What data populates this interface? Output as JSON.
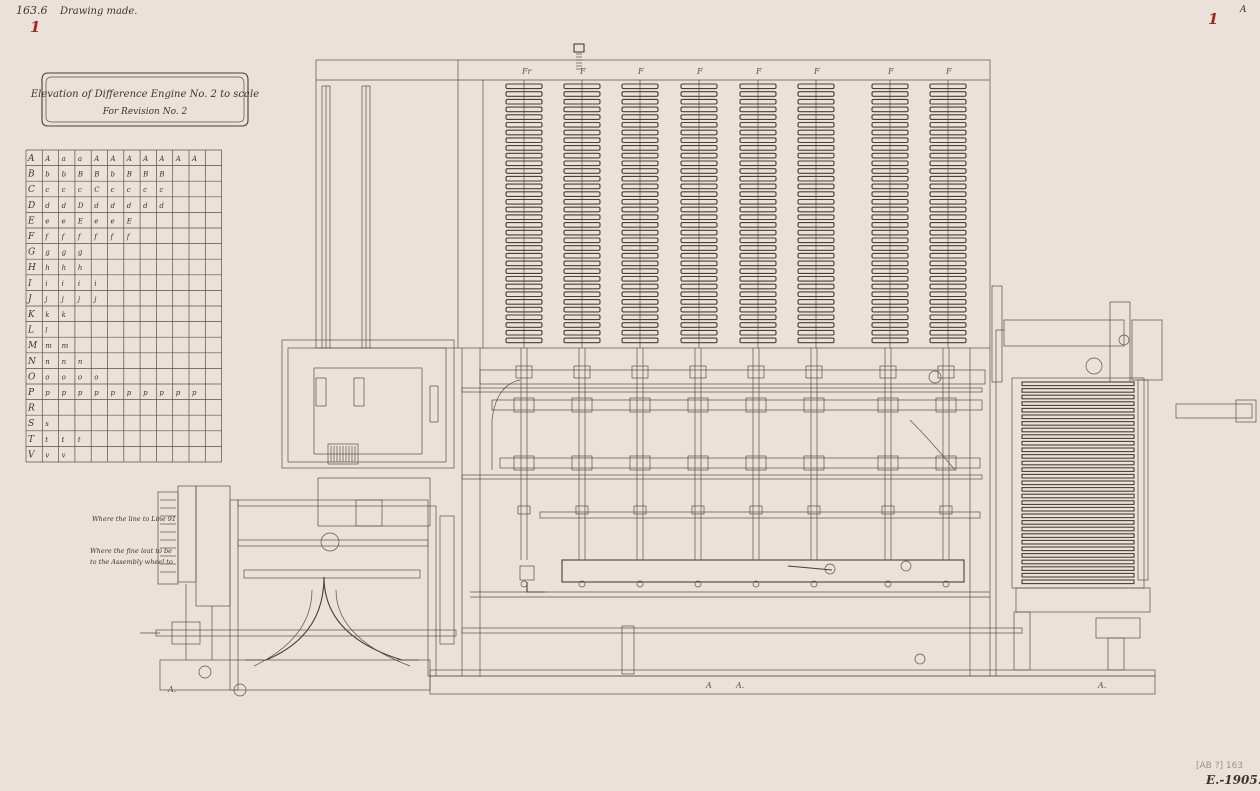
{
  "corner": {
    "catalogue_note": "163.6",
    "drawing_note": "Drawing made.",
    "left_number": "1",
    "right_number": "1",
    "right_small": "A"
  },
  "title": {
    "line1": "Elevation of Difference Engine No. 2 to scale",
    "line2": "For Revision No. 2"
  },
  "notation_table": {
    "rows": [
      {
        "letter": "A",
        "entries": [
          "A",
          "a",
          "a",
          "A",
          "A",
          "A",
          "A",
          "A",
          "A",
          "A"
        ]
      },
      {
        "letter": "B",
        "entries": [
          "b",
          "b",
          "B",
          "B",
          "b",
          "B",
          "B",
          "B"
        ]
      },
      {
        "letter": "C",
        "entries": [
          "c",
          "c",
          "c",
          "C",
          "c",
          "c",
          "c",
          "c"
        ]
      },
      {
        "letter": "D",
        "entries": [
          "d",
          "d",
          "D",
          "d",
          "d",
          "d",
          "d",
          "d"
        ]
      },
      {
        "letter": "E",
        "entries": [
          "e",
          "e",
          "E",
          "e",
          "e",
          "E"
        ]
      },
      {
        "letter": "F",
        "entries": [
          "f",
          "f",
          "f",
          "f",
          "f",
          "f"
        ]
      },
      {
        "letter": "G",
        "entries": [
          "g",
          "g",
          "g"
        ]
      },
      {
        "letter": "H",
        "entries": [
          "h",
          "h",
          "h"
        ]
      },
      {
        "letter": "I",
        "entries": [
          "i",
          "i",
          "i",
          "i"
        ]
      },
      {
        "letter": "J",
        "entries": [
          "j",
          "j",
          "j",
          "j"
        ]
      },
      {
        "letter": "K",
        "entries": [
          "k",
          "k"
        ]
      },
      {
        "letter": "L",
        "entries": [
          "l"
        ]
      },
      {
        "letter": "M",
        "entries": [
          "m",
          "m"
        ]
      },
      {
        "letter": "N",
        "entries": [
          "n",
          "n",
          "n"
        ]
      },
      {
        "letter": "O",
        "entries": [
          "o",
          "o",
          "o",
          "o"
        ]
      },
      {
        "letter": "P",
        "entries": [
          "p",
          "p",
          "p",
          "p",
          "p",
          "p",
          "p",
          "p",
          "p",
          "p"
        ]
      },
      {
        "letter": "R",
        "entries": []
      },
      {
        "letter": "S",
        "entries": [
          "s"
        ]
      },
      {
        "letter": "T",
        "entries": [
          "t",
          "t",
          "t"
        ]
      },
      {
        "letter": "V",
        "entries": [
          "v",
          "v"
        ]
      }
    ]
  },
  "left_notes": {
    "note1": "Where the line to Line 91",
    "note2": "Where the fine leat to be",
    "note3": "to the Assembly wheel to"
  },
  "column_labels": [
    "Fr",
    "F",
    "F",
    "F",
    "F",
    "F",
    "F",
    "F"
  ],
  "base_labels": [
    "A.",
    "A",
    "A.",
    "A."
  ],
  "stamp": {
    "faint_ref": "[AB ?] 163",
    "number": "E.-1905."
  }
}
